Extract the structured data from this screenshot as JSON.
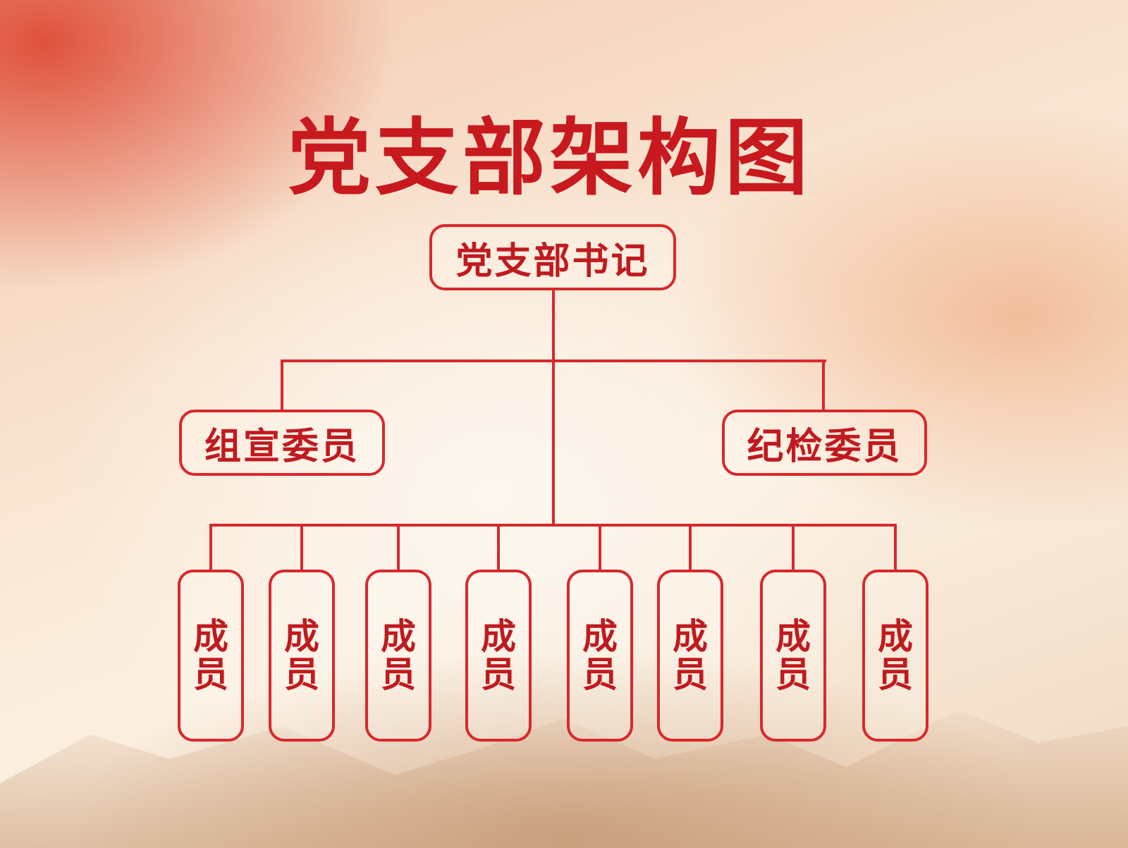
{
  "title": "党支部架构图",
  "secretary": "党支部书记",
  "committee": [
    {
      "label": "组宣委员"
    },
    {
      "label": "纪检委员"
    }
  ],
  "members": [
    {
      "c1": "成",
      "c2": "员"
    },
    {
      "c1": "成",
      "c2": "员"
    },
    {
      "c1": "成",
      "c2": "员"
    },
    {
      "c1": "成",
      "c2": "员"
    },
    {
      "c1": "成",
      "c2": "员"
    },
    {
      "c1": "成",
      "c2": "员"
    },
    {
      "c1": "成",
      "c2": "员"
    },
    {
      "c1": "成",
      "c2": "员"
    }
  ],
  "colors": {
    "accent": "#d9282c",
    "text": "#c01a1f"
  }
}
